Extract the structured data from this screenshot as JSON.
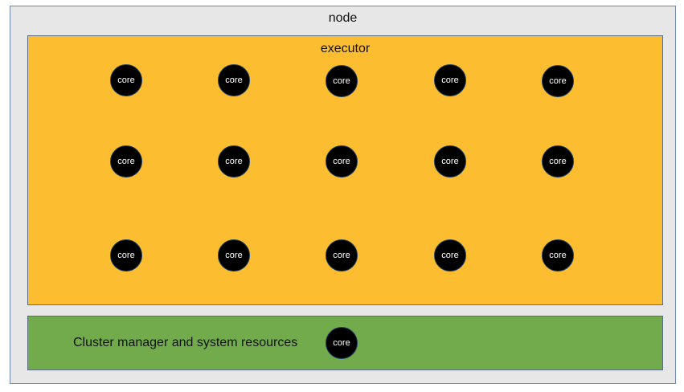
{
  "node": {
    "label": "node"
  },
  "executor": {
    "label": "executor"
  },
  "cluster": {
    "label": "Cluster manager and system resources"
  },
  "core_label": "core",
  "executor_cores": {
    "rows": 3,
    "columns": 5
  },
  "cluster_cores": 1,
  "colors": {
    "node_background": "#e8e7e8",
    "executor_background": "#fcbd31",
    "cluster_background": "#72ab4c",
    "core_fill": "#000000",
    "core_text": "#ffffff"
  }
}
